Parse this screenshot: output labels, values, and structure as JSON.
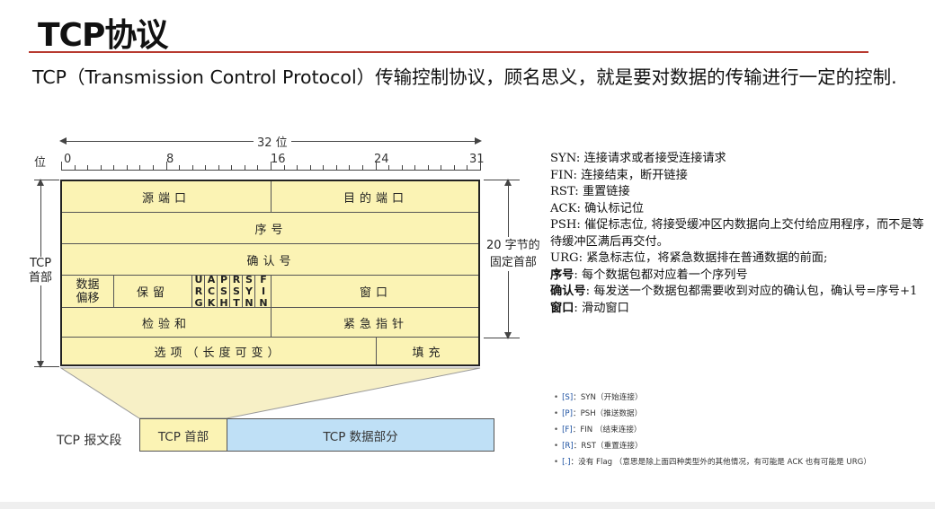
{
  "slide": {
    "title": "TCP协议",
    "intro": "TCP（Transmission Control Protocol）传输控制协议，顾名思义，就是要对数据的传输进行一定的控制."
  },
  "diagram": {
    "width_label": "32 位",
    "bit_label": "位",
    "ticks": [
      "0",
      "8",
      "16",
      "24",
      "31"
    ],
    "left_label": "TCP\n首部",
    "right_label": "20 字节的\n固定首部",
    "rows": {
      "src_port": "源端口",
      "dst_port": "目的端口",
      "seq": "序号",
      "ack": "确认号",
      "data_offset": "数据\n偏移",
      "reserved": "保留",
      "flags": [
        "URG",
        "ACK",
        "PSH",
        "RST",
        "SYN",
        "FIN"
      ],
      "window": "窗口",
      "checksum": "检验和",
      "urgent": "紧急指针",
      "options": "选项（长度可变）",
      "padding": "填充"
    },
    "segment": {
      "label": "TCP 报文段",
      "header": "TCP 首部",
      "data": "TCP 数据部分"
    }
  },
  "flag_descriptions": [
    {
      "key": "SYN",
      "sep": ": ",
      "text": "连接请求或者接受连接请求"
    },
    {
      "key": "FIN",
      "sep": ": ",
      "text": "连接结束，断开链接"
    },
    {
      "key": "RST",
      "sep": ": ",
      "text": "重置链接"
    },
    {
      "key": "ACK",
      "sep": ": ",
      "text": "确认标记位"
    },
    {
      "key": "PSH",
      "sep": ": ",
      "text": "催促标志位, 将接受缓冲区内数据向上交付给应用程序，而不是等待缓冲区满后再交付。"
    },
    {
      "key": "URG",
      "sep": ": ",
      "text": "紧急标志位，将紧急数据排在普通数据的前面;"
    },
    {
      "key": "序号",
      "sep": ": ",
      "text": "每个数据包都对应着一个序列号"
    },
    {
      "key": "确认号",
      "sep": ": ",
      "text": "每发送一个数据包都需要收到对应的确认包，确认号=序号+1"
    },
    {
      "key": "窗口",
      "sep": ": ",
      "text": "滑动窗口"
    }
  ],
  "legend": [
    {
      "code": "[S]",
      "text": "：SYN（开始连接）"
    },
    {
      "code": "[P]",
      "text": "：PSH（推送数据）"
    },
    {
      "code": "[F]",
      "text": "：FIN （结束连接）"
    },
    {
      "code": "[R]",
      "text": "：RST（重置连接）"
    },
    {
      "code": "[.]",
      "text": "：没有 Flag （意思是除上面四种类型外的其他情况，有可能是 ACK 也有可能是 URG）"
    }
  ],
  "colors": {
    "accent_rule": "#b83a30",
    "header_fill": "#fbf3b4",
    "data_fill": "#bfe0f6",
    "legend_code": "#1a4fa0"
  }
}
